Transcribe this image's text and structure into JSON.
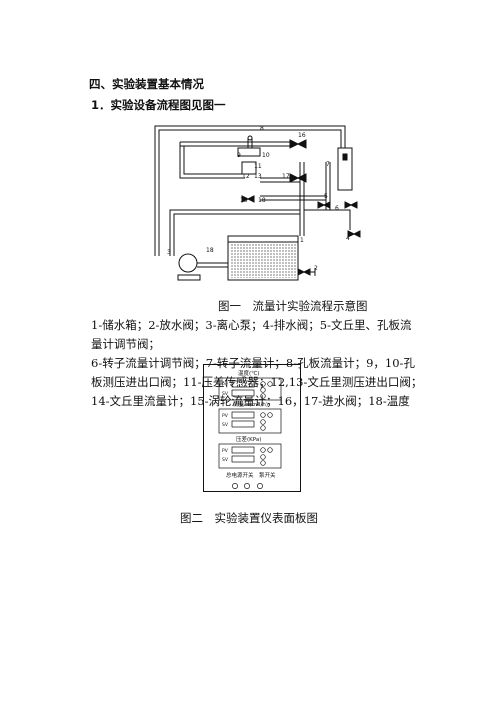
{
  "heading": "四、实验装置基本情况",
  "subheading": "1．实验设备流程图见图一",
  "fig1": {
    "caption": "图一　流量计实验流程示意图",
    "labels": {
      "n1": "1",
      "n2": "2",
      "n3": "3",
      "n4": "4",
      "n5": "5",
      "n6": "6",
      "n7": "7",
      "n8": "8",
      "n9": "9",
      "n10": "10",
      "n11": "11",
      "n12": "12",
      "n13": "13",
      "n15": "15",
      "n16": "16",
      "n17": "17",
      "n18": "18"
    }
  },
  "legend_lines": [
    "1-储水箱；2-放水阀；3-离心泵；4-排水阀；5-文丘里、孔板流",
    "量计调节阀；",
    "6-转子流量计调节阀；7-转子流量计；8-孔板流量计；9，10-孔",
    "板测压进出口阀；11-压差传感器；12,13-文丘里测压进出口阀；",
    "14-文丘里流量计；15-涡轮流量计；16，17-进水阀；18-温度"
  ],
  "fig2": {
    "caption": "图二　实验装置仪表面板图",
    "temp_label": "温度(℃)",
    "flow_label": "流量　(m3/h)",
    "pressure_label": "压差(KPa)",
    "pv": "PV",
    "sv": "SV",
    "switch_label": "总电源开关　泵开关"
  }
}
